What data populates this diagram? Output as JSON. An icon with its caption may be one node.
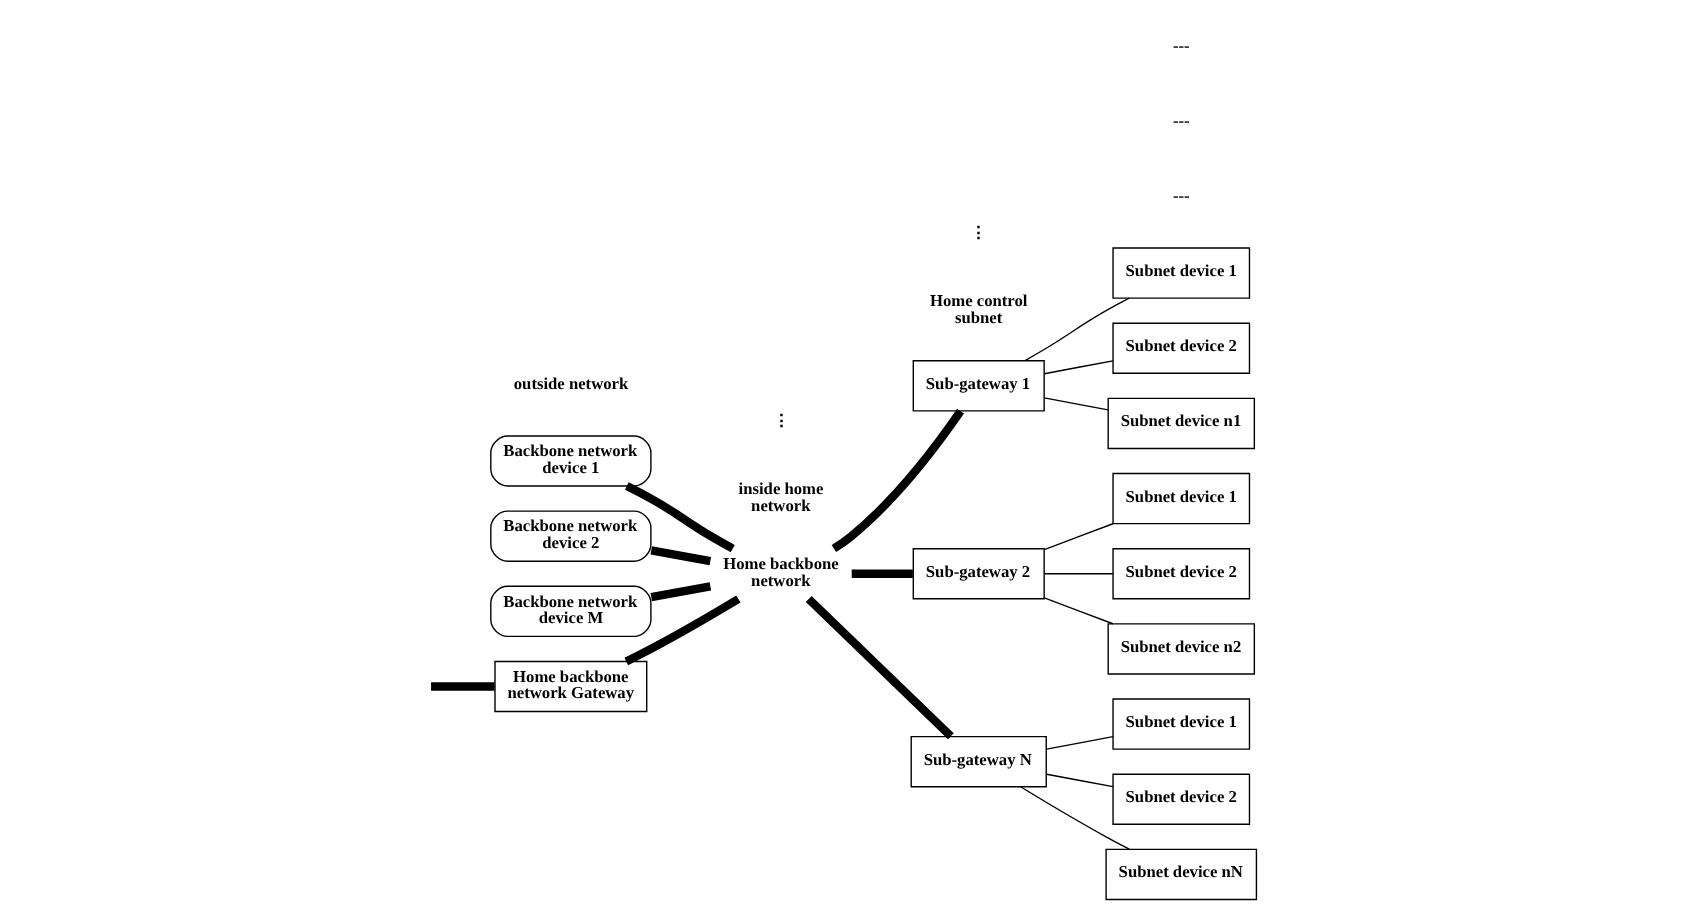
{
  "diagram": {
    "nodes": [
      {
        "text": [
          "Home backbone network Gateway"
        ]
      },
      {
        "text": [
          "Backbone network device 1"
        ]
      },
      {
        "text": [
          "Backbone network device 2"
        ]
      },
      {
        "text": [
          "Backbone network device M"
        ]
      },
      {
        "text": [
          "Home backbone network"
        ]
      },
      {
        "text": [
          "Sub-gateway 1"
        ]
      },
      {
        "text": [
          "Sub-gateway 2"
        ]
      },
      {
        "text": [
          "Sub-gateway N"
        ]
      },
      {
        "text": [
          "Subnet device 1"
        ]
      },
      {
        "text": [
          "Subnet device 2"
        ]
      },
      {
        "text": [
          "Subnet device n1"
        ]
      },
      {
        "text": [
          "Subnet device 1"
        ]
      },
      {
        "text": [
          "Subnet device 2"
        ]
      },
      {
        "text": [
          "Subnet device n2"
        ]
      },
      {
        "text": [
          "Subnet device 1"
        ]
      },
      {
        "text": [
          "Subnet device 2"
        ]
      },
      {
        "text": [
          "Subnet device nN"
        ]
      }
    ],
    "edges": [
      {
        "from": null,
        "to": 0,
        "arrow": "none",
        "style": "thick"
      },
      {
        "from": 0,
        "to": 4,
        "arrow": "none",
        "style": "thick"
      },
      {
        "from": 1,
        "to": 4,
        "arrow": "none",
        "style": "thick"
      },
      {
        "from": 2,
        "to": 4,
        "arrow": "none",
        "style": "thick"
      },
      {
        "from": 3,
        "to": 4,
        "arrow": "none",
        "style": "thick"
      },
      {
        "from": 4,
        "to": 5,
        "arrow": "none",
        "style": "thick"
      },
      {
        "from": 4,
        "to": 6,
        "arrow": "none",
        "style": "thick"
      },
      {
        "from": 4,
        "to": 7,
        "arrow": "none",
        "style": "thick"
      },
      {
        "from": 5,
        "to": 8,
        "arrow": "none"
      },
      {
        "from": 5,
        "to": 9,
        "arrow": "none"
      },
      {
        "from": 5,
        "to": 10,
        "arrow": "none"
      },
      {
        "from": 6,
        "to": 11,
        "arrow": "none"
      },
      {
        "from": 6,
        "to": 12,
        "arrow": "none"
      },
      {
        "from": 6,
        "to": 13,
        "arrow": "none"
      },
      {
        "from": 7,
        "to": 14,
        "arrow": "none"
      },
      {
        "from": 7,
        "to": 15,
        "arrow": "none"
      },
      {
        "from": 7,
        "to": 16,
        "arrow": "none"
      }
    ],
    "labels": [
      "outside network",
      "inside home network",
      "---",
      "Home control subnet",
      "⋮",
      "---",
      "⋮",
      "---"
    ]
  }
}
